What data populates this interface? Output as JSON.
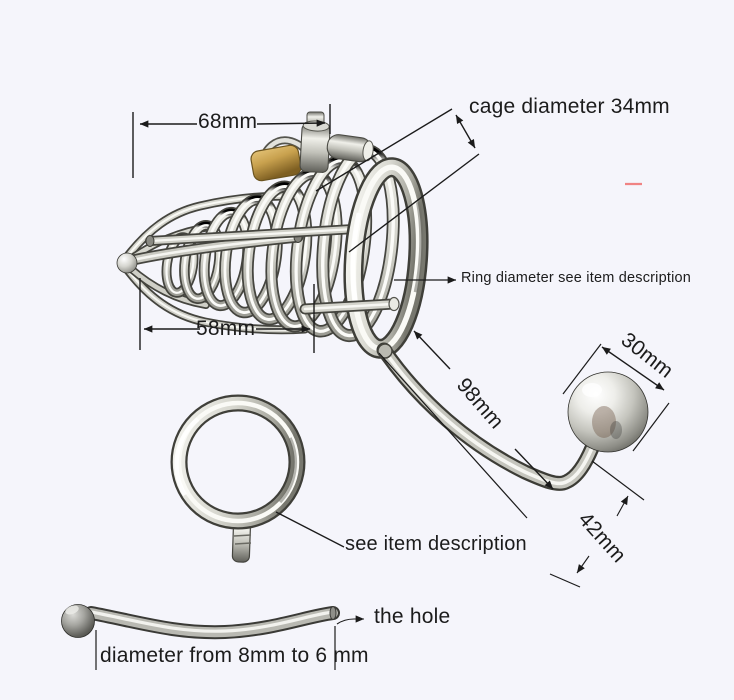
{
  "annotations": {
    "top_width": "68mm",
    "cage_diameter": "cage diameter 34mm",
    "ring_diameter": "Ring diameter see item description",
    "cage_length": "58mm",
    "hook_length": "98mm",
    "ball_diameter": "30mm",
    "hook_drop": "42mm",
    "see_item": "see item description",
    "the_hole": "the hole",
    "rod_diameter": "diameter from 8mm to 6 mm"
  },
  "colors": {
    "background": "#f5f5fb",
    "annotation_line": "#1b1b1b",
    "red_mark": "#f08383",
    "brass": "#c8a14e",
    "steel_highlight": "#f4f4f0",
    "steel_shadow": "#4a4a43"
  }
}
